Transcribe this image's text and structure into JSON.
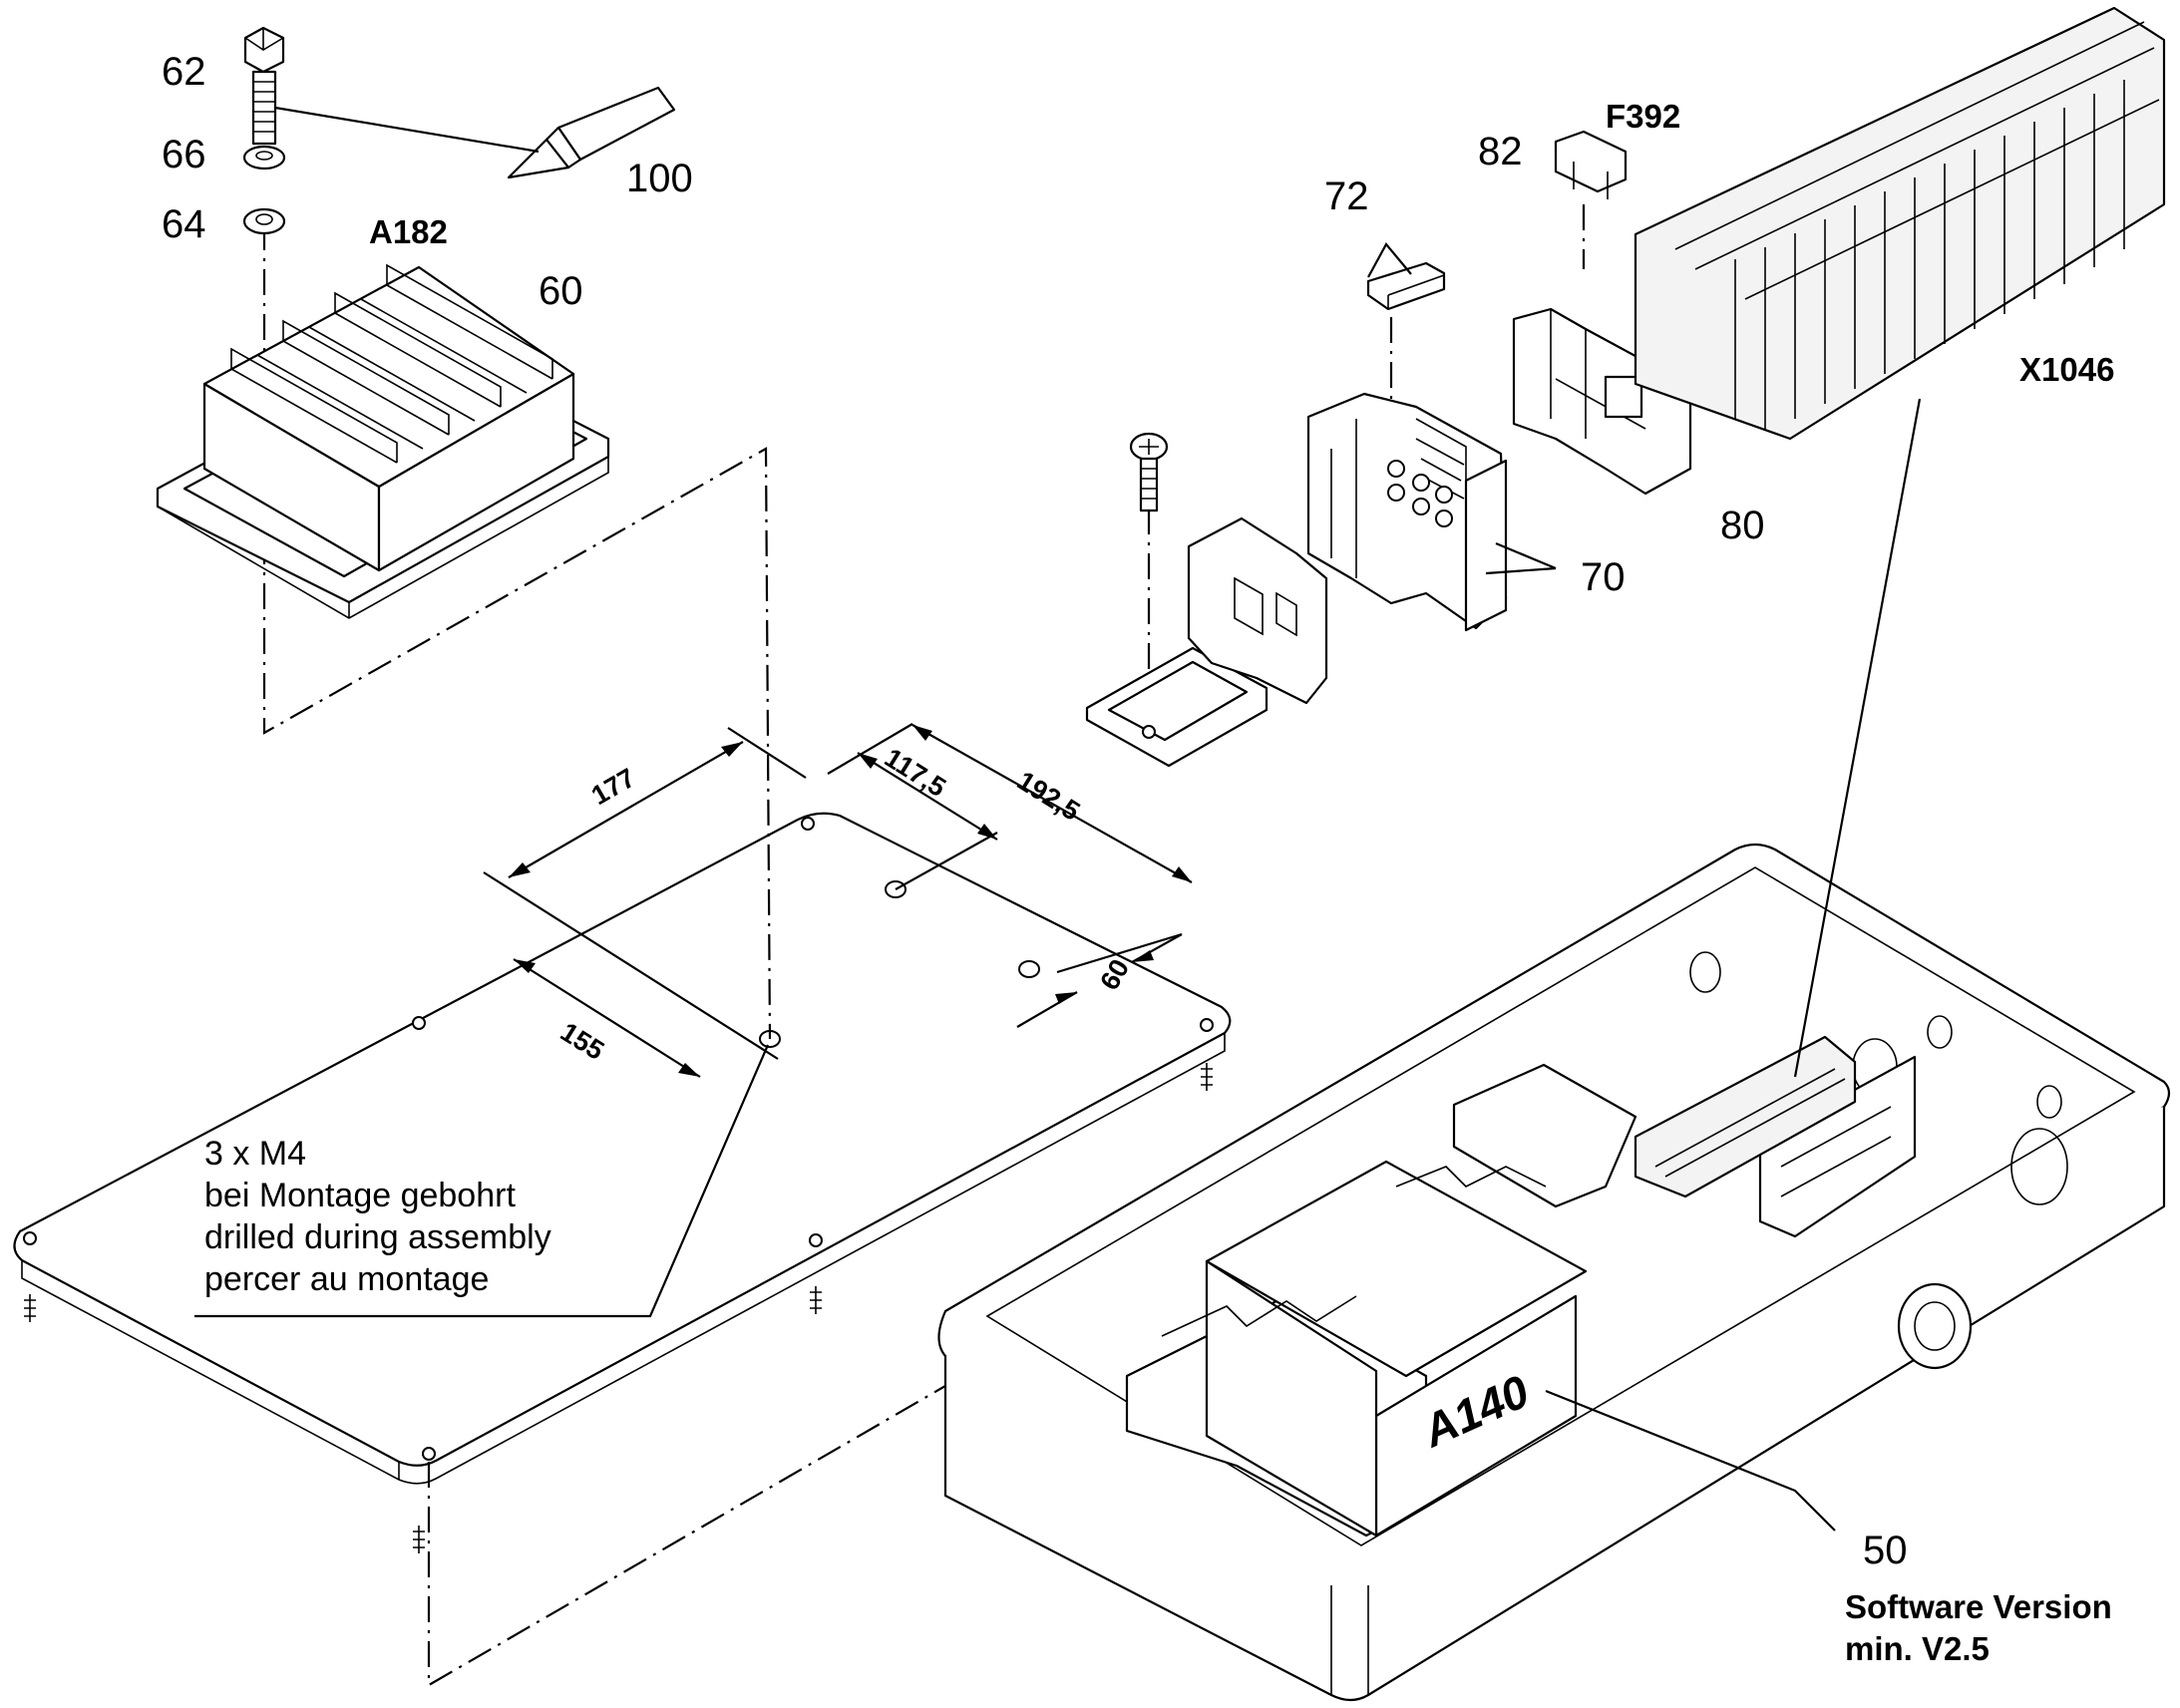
{
  "callouts": {
    "p62": "62",
    "p66": "66",
    "p64": "64",
    "p100": "100",
    "a182": "A182",
    "p60": "60",
    "p72": "72",
    "p82": "82",
    "f392": "F392",
    "x1046": "X1046",
    "p80": "80",
    "p70": "70",
    "p50": "50",
    "a140": "A140"
  },
  "dimensions": {
    "d177": "177",
    "d117_5": "117,5",
    "d192_5": "192,5",
    "d60": "60",
    "d155": "155"
  },
  "note": {
    "line1": "3 x M4",
    "line2": "bei Montage gebohrt",
    "line3": "drilled during assembly",
    "line4": "percer au montage"
  },
  "software": {
    "line1": "Software Version",
    "line2": "min. V2.5"
  }
}
